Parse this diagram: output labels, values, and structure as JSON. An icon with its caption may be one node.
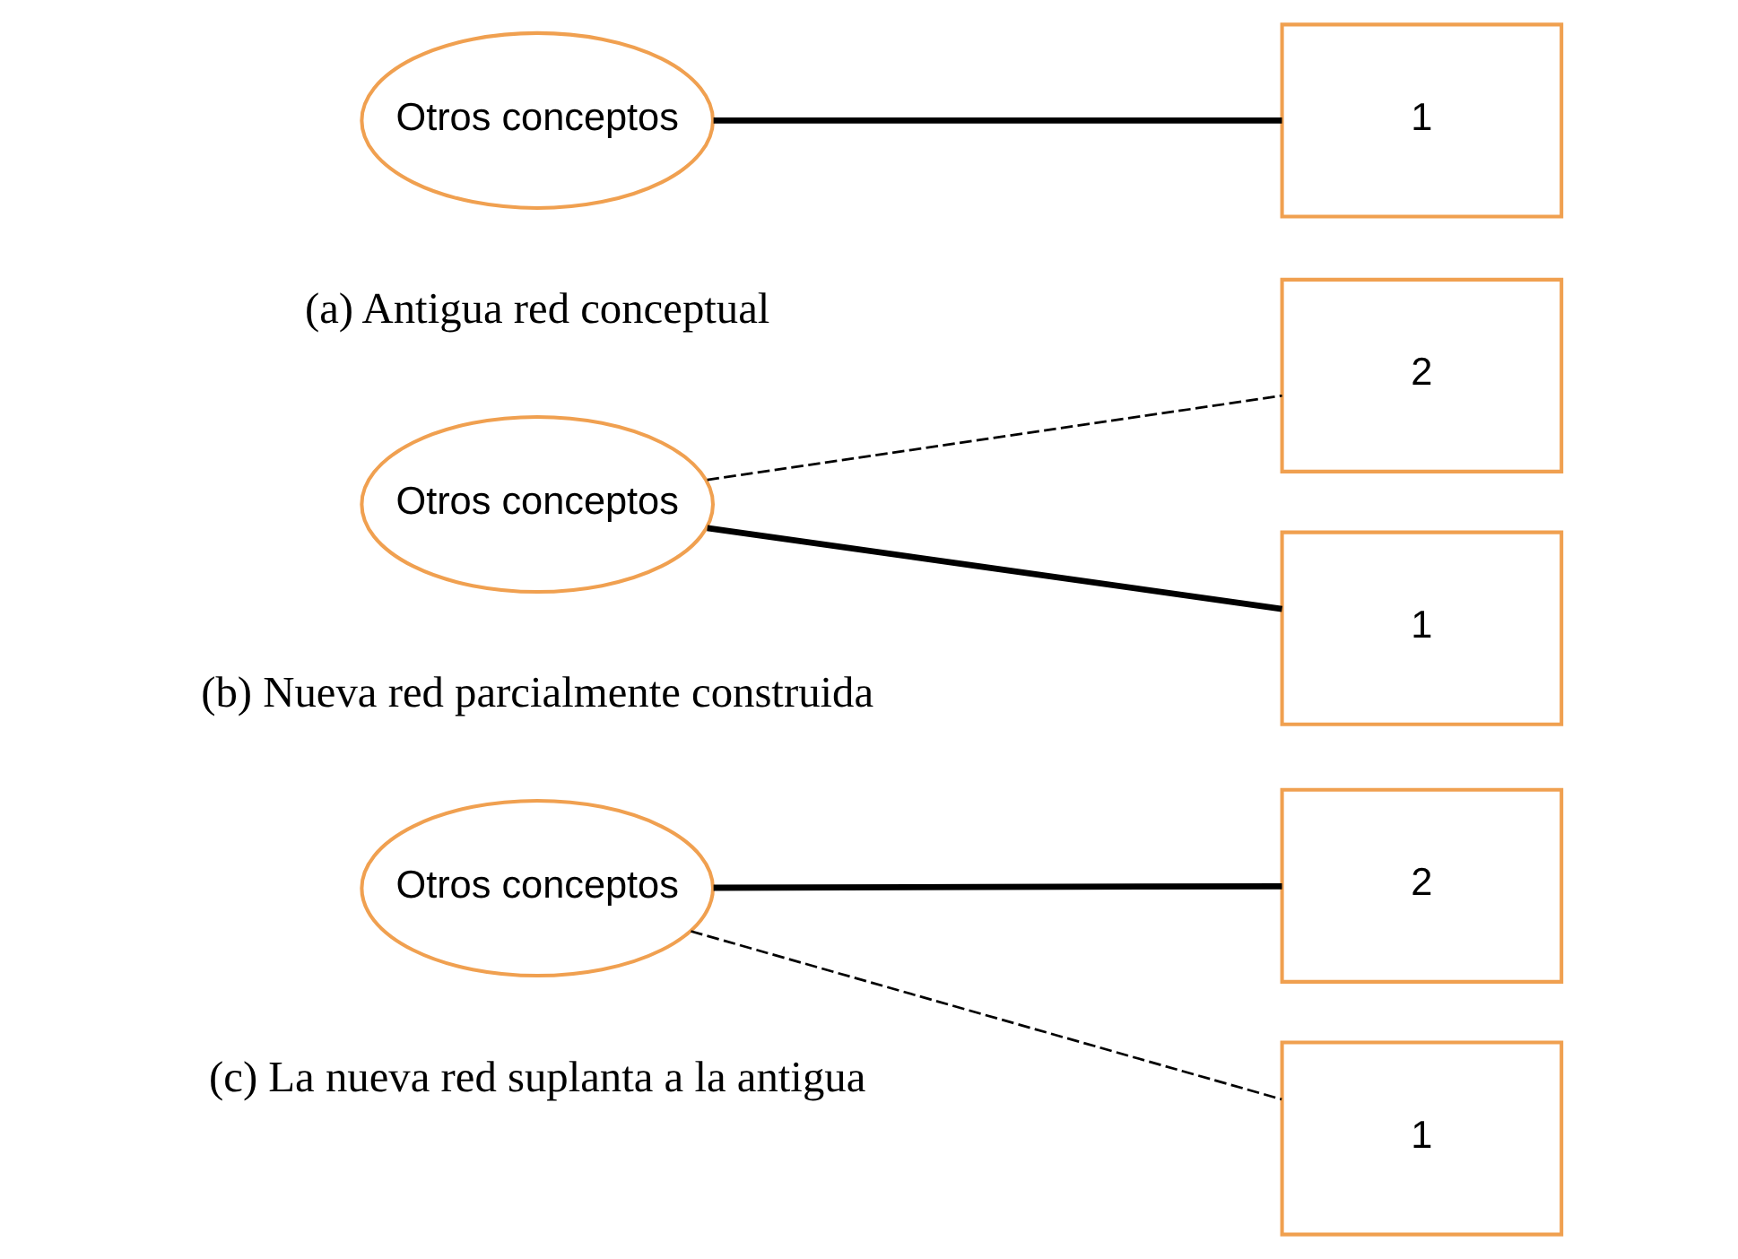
{
  "diagram": {
    "nodes": [
      {
        "text": [
          "Otros conceptos"
        ]
      },
      {
        "text": [
          "1"
        ]
      },
      {
        "text": [
          "Otros conceptos"
        ]
      },
      {
        "text": [
          "2"
        ]
      },
      {
        "text": [
          "1"
        ]
      },
      {
        "text": [
          "Otros conceptos"
        ]
      },
      {
        "text": [
          "2"
        ]
      },
      {
        "text": [
          "1"
        ]
      }
    ],
    "edges": [
      {
        "from": 0,
        "to": 1,
        "arrow": "none"
      },
      {
        "from": 2,
        "to": 3,
        "arrow": "none",
        "style": "dashed"
      },
      {
        "from": 2,
        "to": 4,
        "arrow": "none"
      },
      {
        "from": 5,
        "to": 6,
        "arrow": "none"
      },
      {
        "from": 5,
        "to": 7,
        "arrow": "none",
        "style": "dashed"
      }
    ],
    "labels": [
      "(a) Antigua red conceptual",
      "(b) Nueva red parcialmente construida",
      "(c) La nueva red suplanta a la antigua"
    ]
  }
}
